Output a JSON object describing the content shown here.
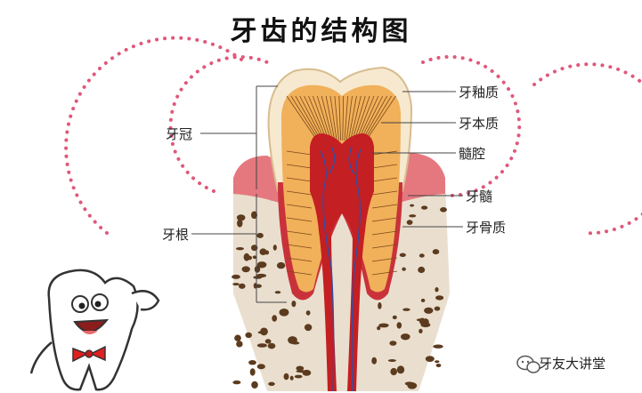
{
  "title": "牙齿的结构图",
  "labels": {
    "enamel": "牙釉质",
    "dentin": "牙本质",
    "pulp_cavity": "髓腔",
    "pulp": "牙髓",
    "cementum": "牙骨质",
    "crown": "牙冠",
    "root": "牙根"
  },
  "brand": {
    "name": "牙友大讲堂",
    "icon": "wechat-icon"
  },
  "colors": {
    "dotted_circle": "#e0587a",
    "enamel": "#f6e9cf",
    "dentin": "#f1b05a",
    "dentin_lines": "#7a4a18",
    "pulp": "#c41f22",
    "gum": "#e5787e",
    "bone": "#eadfcf",
    "bone_spots": "#5c3b1f"
  }
}
